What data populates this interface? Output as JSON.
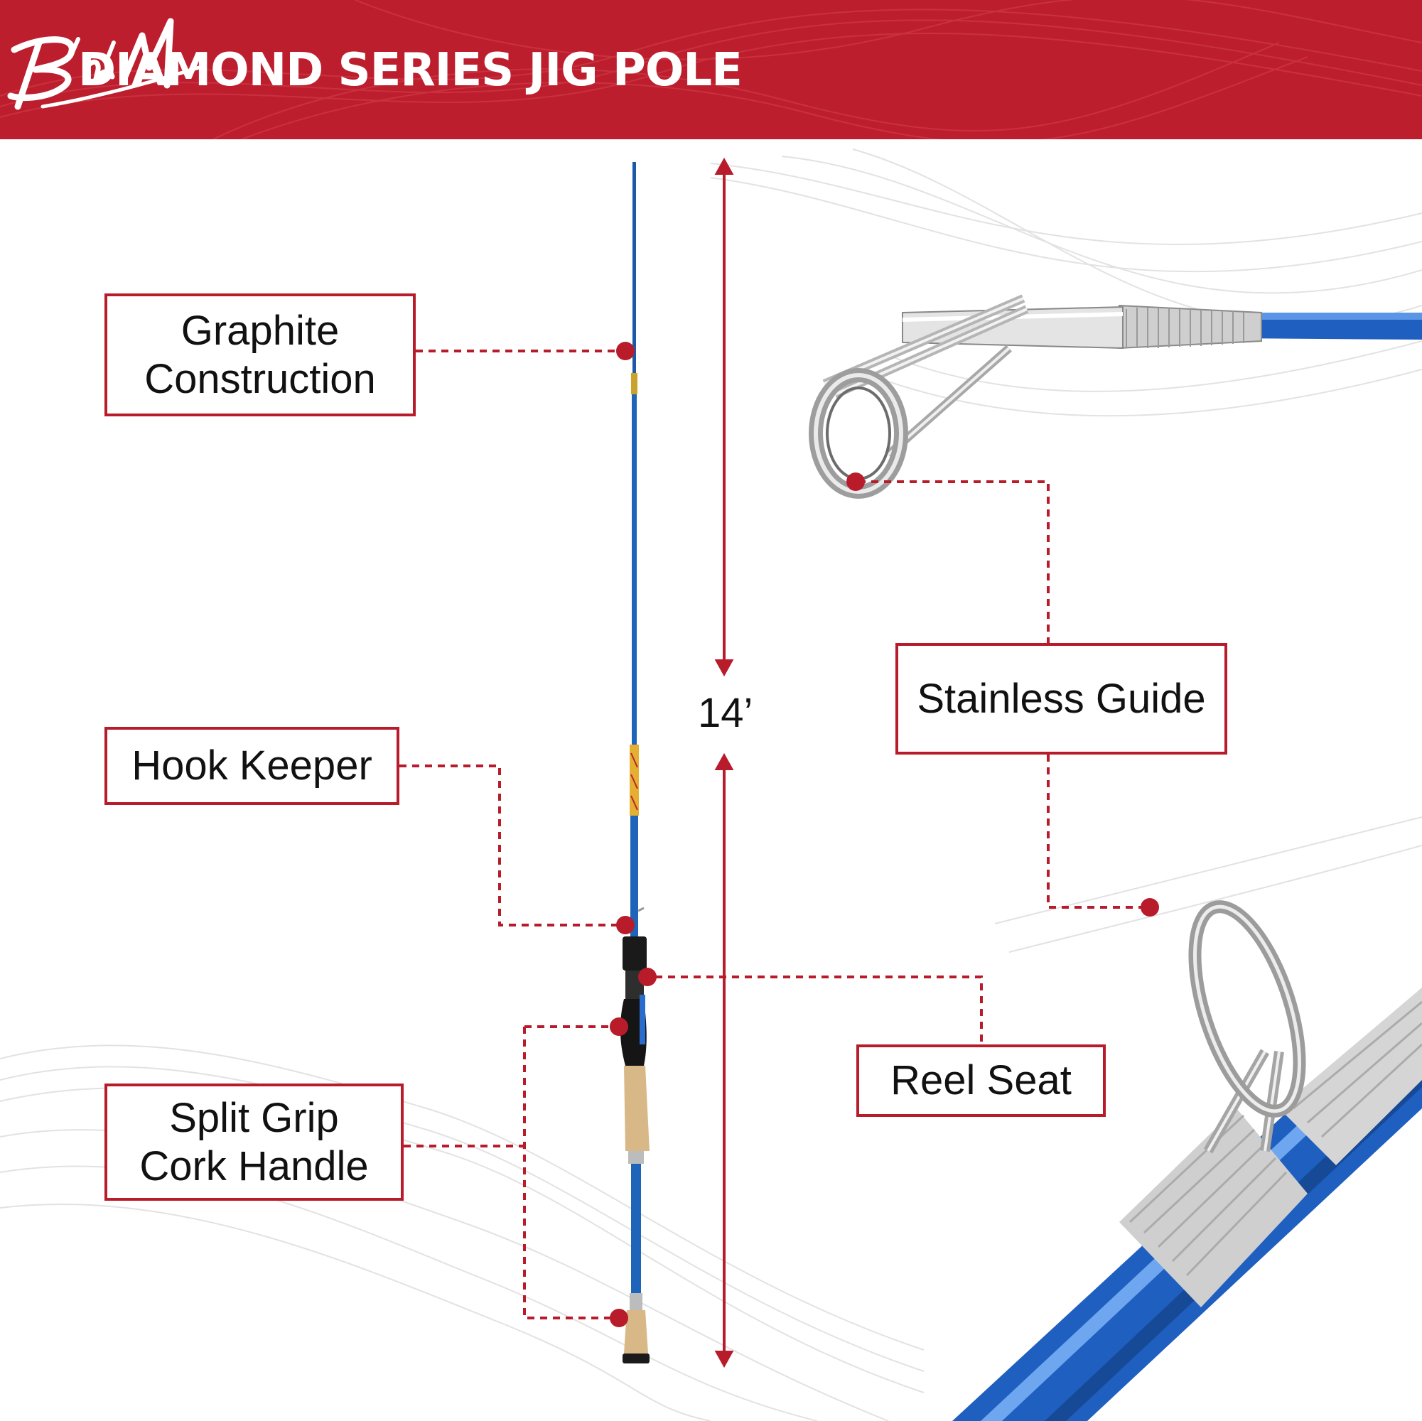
{
  "header": {
    "title": "DIAMOND SERIES JIG POLE",
    "brand_logo": "B'n'M",
    "color": "#bd1e2d"
  },
  "dimension": {
    "label": "14’"
  },
  "callouts": {
    "graphite": {
      "line1": "Graphite",
      "line2": "Construction"
    },
    "hook_keeper": {
      "label": "Hook Keeper"
    },
    "split_grip": {
      "line1": "Split Grip",
      "line2": "Cork Handle"
    },
    "stainless_guide": {
      "label": "Stainless Guide"
    },
    "reel_seat": {
      "label": "Reel Seat"
    }
  },
  "colors": {
    "accent": "#b81c2b",
    "rod_blue": "#1f5fbf",
    "cork": "#d9b98a",
    "chrome": "#c8c8c8"
  }
}
